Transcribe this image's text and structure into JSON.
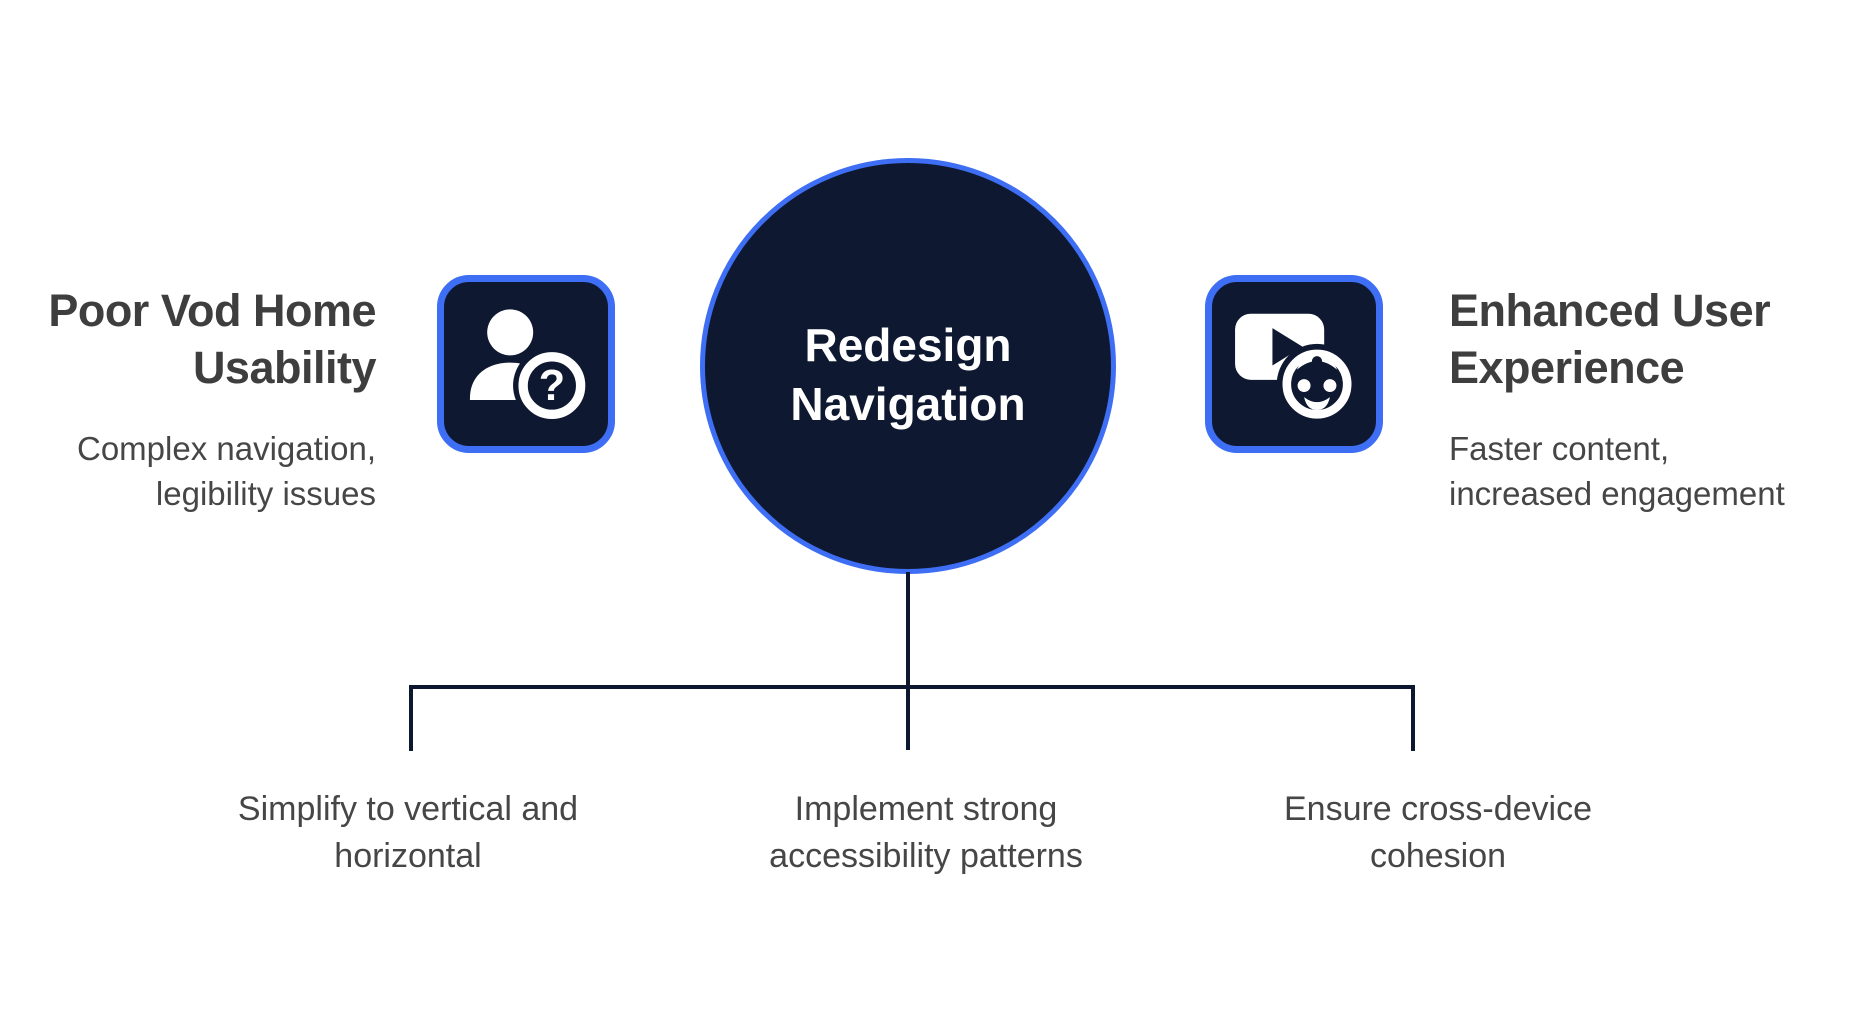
{
  "center_node": {
    "lines": [
      "Redesign",
      "Navigation"
    ]
  },
  "left_panel": {
    "title_lines": [
      "Poor Vod Home",
      "Usability"
    ],
    "subtitle_lines": [
      "Complex navigation,",
      "legibility issues"
    ],
    "icon": "user-question-icon"
  },
  "right_panel": {
    "title_lines": [
      "Enhanced User",
      "Experience"
    ],
    "subtitle_lines": [
      "Faster content,",
      "increased engagement"
    ],
    "icon": "video-face-icon"
  },
  "branches": [
    {
      "lines": [
        "Simplify to vertical and",
        "horizontal"
      ]
    },
    {
      "lines": [
        "Implement strong",
        "accessibility patterns"
      ]
    },
    {
      "lines": [
        "Ensure cross-device",
        "cohesion"
      ]
    }
  ],
  "colors": {
    "navy": "#0e1830",
    "accent_blue": "#3d6ef3",
    "heading_gray": "#3e3e3e",
    "body_gray": "#464646",
    "white": "#ffffff"
  }
}
